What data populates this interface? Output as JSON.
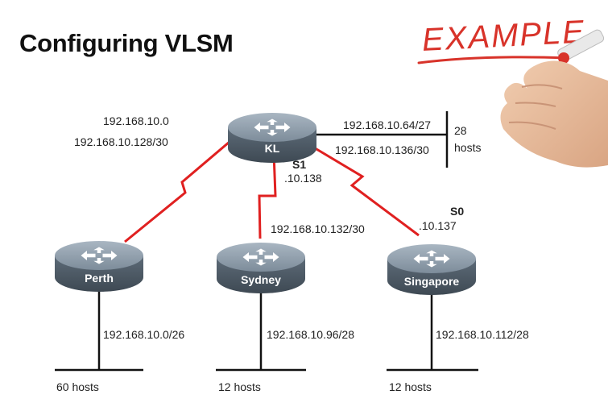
{
  "title": "Configuring VLSM",
  "stamp": {
    "text": "EXAMPLE",
    "color": "#d8332a"
  },
  "colors": {
    "wan_link": "#e02020",
    "lan": "#111111",
    "router_body": "#6f7f8e"
  },
  "routers": {
    "kl": {
      "name": "KL"
    },
    "perth": {
      "name": "Perth"
    },
    "sydney": {
      "name": "Sydney"
    },
    "singapore": {
      "name": "Singapore"
    }
  },
  "labels": {
    "perth_wan_net": "192.168.10.0",
    "perth_wan_mask": "192.168.10.128/30",
    "kl_lan": "192.168.10.64/27",
    "kl_singapore_wan": "192.168.10.136/30",
    "kl_s1_port": "S1",
    "kl_s1_ip": ".10.138",
    "sydney_wan": "192.168.10.132/30",
    "singapore_s0_port": "S0",
    "singapore_s0_ip": ".10.137",
    "perth_lan": "192.168.10.0/26",
    "sydney_lan": "192.168.10.96/28",
    "singapore_lan": "192.168.10.112/28"
  },
  "hosts": {
    "kl_count": "28",
    "kl_word": "hosts",
    "perth": "60 hosts",
    "sydney": "12 hosts",
    "singapore": "12 hosts"
  }
}
